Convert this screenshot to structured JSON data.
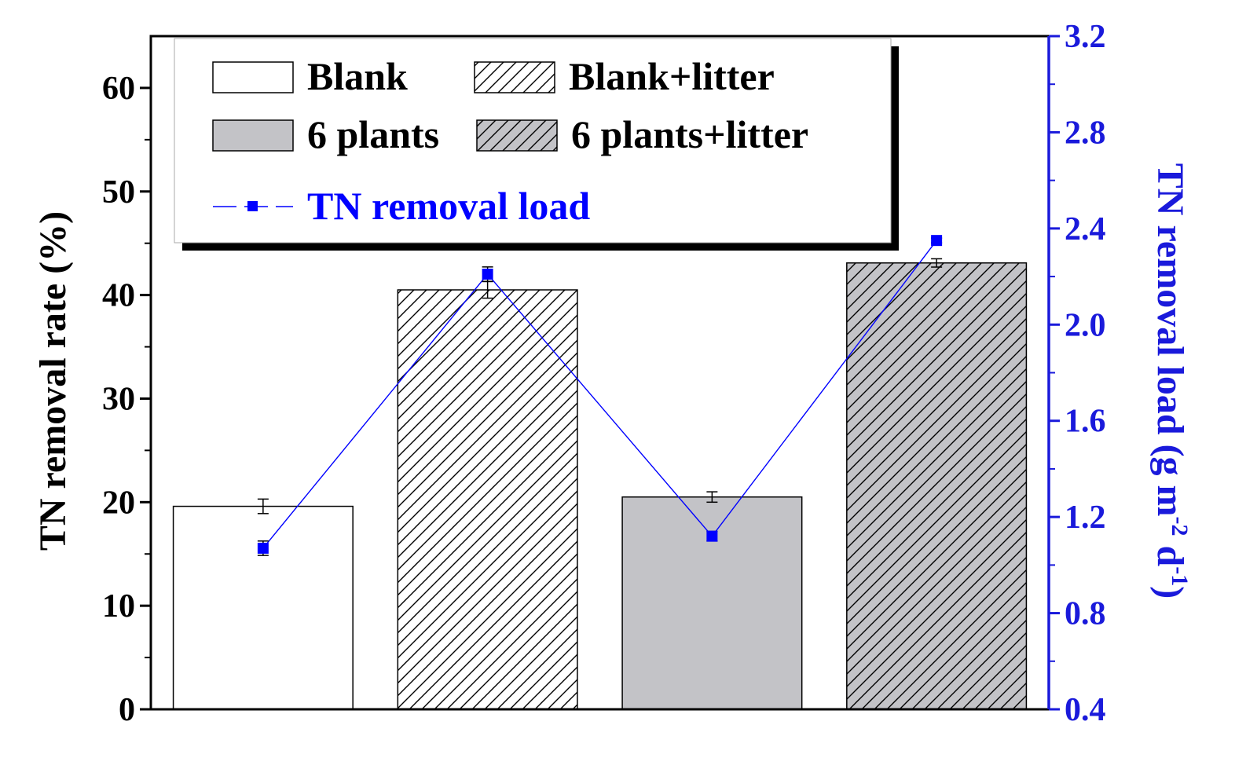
{
  "chart_data": {
    "type": "bar",
    "categories": [
      "Blank",
      "Blank+litter",
      "6 plants",
      "6 plants+litter"
    ],
    "series": [
      {
        "name": "TN removal rate",
        "axis": "left",
        "values": [
          19.6,
          40.5,
          20.5,
          43.1
        ],
        "errors": [
          0.7,
          0.8,
          0.5,
          0.4
        ],
        "fills": [
          "white",
          "hatch-white",
          "gray",
          "hatch-gray"
        ]
      },
      {
        "name": "TN removal load",
        "axis": "right",
        "type": "line",
        "values": [
          1.07,
          2.21,
          1.12,
          2.35
        ],
        "errors": [
          0.03,
          0.03,
          0.02,
          0.01
        ],
        "color": "#0000ff"
      }
    ],
    "y_left": {
      "label": "TN removal rate (%)",
      "lim": [
        0,
        65
      ],
      "ticks": [
        0,
        10,
        20,
        30,
        40,
        50,
        60
      ],
      "tick_labels": [
        "0",
        "10",
        "20",
        "30",
        "40",
        "50",
        "60"
      ]
    },
    "y_right": {
      "label_main": "TN removal load (g m",
      "label_sup1": "-2",
      "label_mid": " d",
      "label_sup2": "-1",
      "label_end": ")",
      "lim": [
        0.4,
        3.2
      ],
      "ticks": [
        0.4,
        0.8,
        1.2,
        1.6,
        2.0,
        2.4,
        2.8,
        3.2
      ],
      "tick_labels": [
        "0.4",
        "0.8",
        "1.2",
        "1.6",
        "2.0",
        "2.4",
        "2.8",
        "3.2"
      ],
      "color": "#1a1adb"
    },
    "legend": {
      "position": "top-left",
      "entries": [
        {
          "label": "Blank",
          "style": "white"
        },
        {
          "label": "Blank+litter",
          "style": "hatch-white"
        },
        {
          "label": "6 plants",
          "style": "gray"
        },
        {
          "label": "6 plants+litter",
          "style": "hatch-gray"
        },
        {
          "label": "TN removal load",
          "style": "line"
        }
      ]
    },
    "colors": {
      "gray_fill": "#c3c3c7",
      "line": "#0000ff",
      "right_axis": "#1a1adb"
    }
  }
}
